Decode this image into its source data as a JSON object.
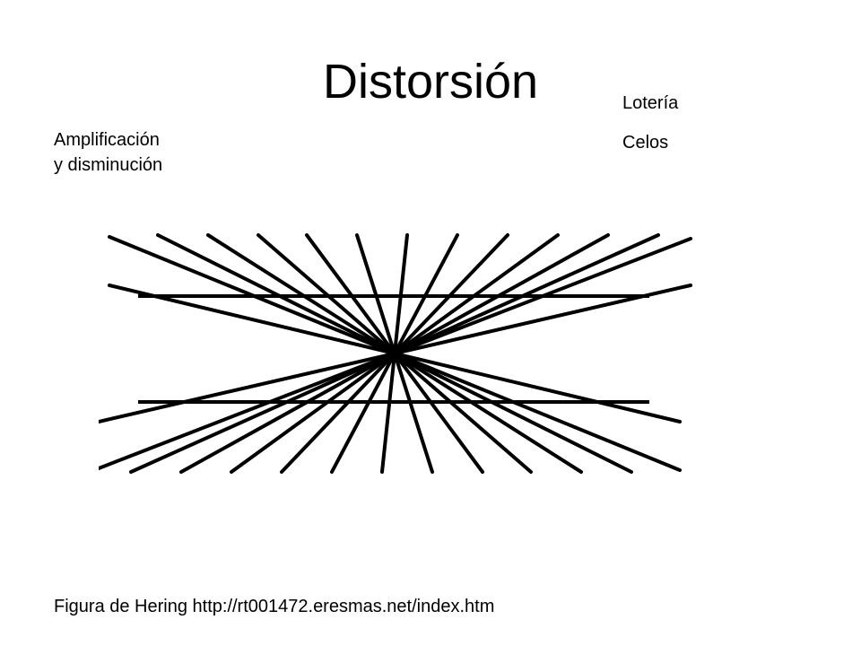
{
  "slide": {
    "title": "Distorsión",
    "left_note": {
      "line1": "Amplificación",
      "line2": "y disminución"
    },
    "right_note": {
      "item1": "Lotería",
      "item2": "Celos"
    },
    "caption": "Figura de Hering http://rt001472.eresmas.net/index.htm"
  },
  "figure": {
    "name": "hering-illusion",
    "line_color": "#000000",
    "background_color": "#ffffff"
  }
}
